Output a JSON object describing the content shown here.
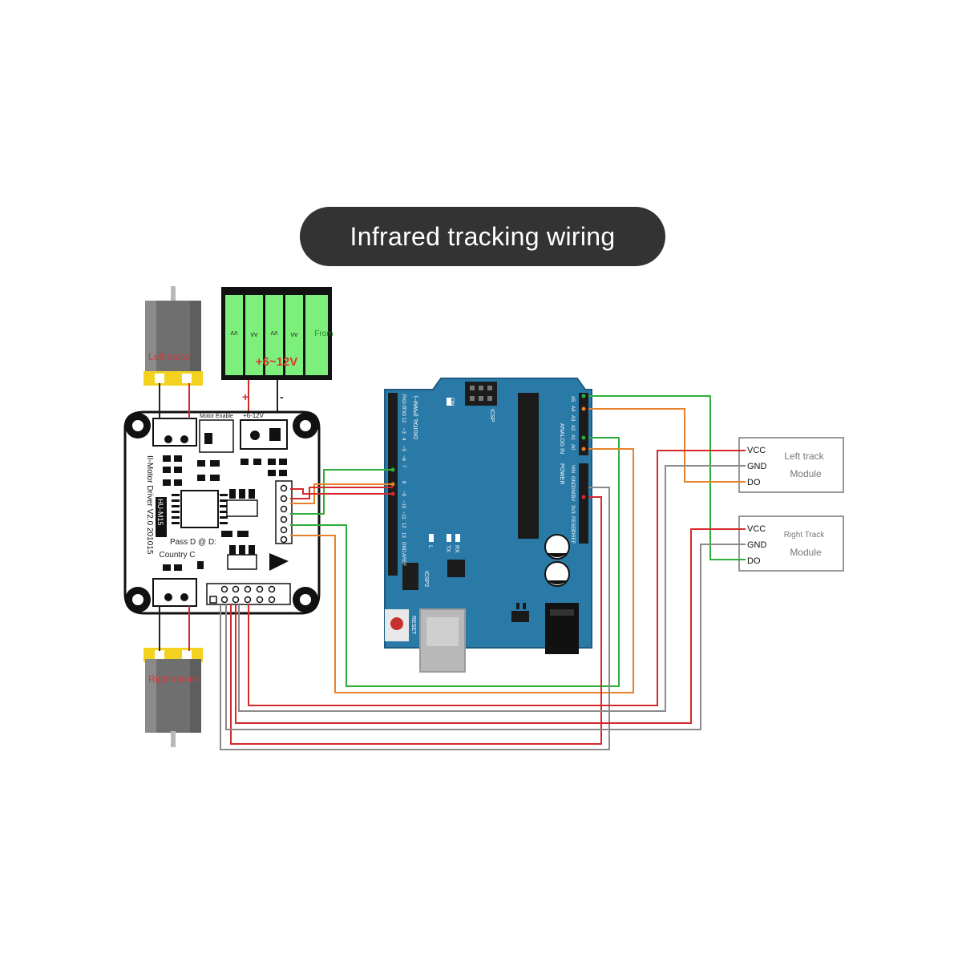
{
  "title": "Infrared tracking wiring",
  "colors": {
    "wire_red": "#d62a2a",
    "wire_green": "#2fae3c",
    "wire_orange": "#e8822a",
    "wire_gray": "#8a8a8a",
    "arduino_blue": "#2a7aa8",
    "battery_green": "#7cf07a",
    "motor_yellow": "#f2d21f",
    "title_bg": "#333333"
  },
  "motors": {
    "left_label": "Left motor",
    "right_label": "Rigth motor"
  },
  "battery": {
    "voltage": "+6~12V",
    "from_label": "From",
    "plus": "+",
    "minus": "-"
  },
  "driver": {
    "name": "II-Motor Driver V2.0 201015",
    "chip": "HU-M15",
    "annot_line1": "Pass D @ D:",
    "annot_line2": "Country C",
    "power_label": "+6-12V",
    "power_switch_label": "Motor Enable"
  },
  "arduino": {
    "digital_label": "DIGITAL (PWM~)",
    "analog_label": "ANALOG IN",
    "power_label": "POWER",
    "icsp_label": "ICSP",
    "icsp2_label": "ICSP2",
    "reset_label": "RESET",
    "on_label": "ON",
    "tx_label": "TX",
    "rx_label": "RX",
    "l_label": "L",
    "aref_label": "AREF",
    "gnd_label": "GND",
    "pins_top": [
      "RX0 0",
      "TX0 1",
      "2",
      "~3",
      "4",
      "~5",
      "~6",
      "7"
    ],
    "pins_mid": [
      "8",
      "~9",
      "~10",
      "~11",
      "12",
      "13",
      "GND",
      "AREF"
    ],
    "analog_pins": [
      "A5",
      "A4",
      "A3",
      "A2",
      "A1",
      "A0"
    ],
    "power_pins": [
      "VIN",
      "GND",
      "GND",
      "5V",
      "3V3",
      "RESET",
      "IOREF"
    ]
  },
  "modules": [
    {
      "title_line1": "Left track",
      "title_line2": "Module",
      "pins": [
        "VCC",
        "GND",
        "DO"
      ]
    },
    {
      "title_line1": "Right Track",
      "title_line2": "Module",
      "pins": [
        "VCC",
        "GND",
        "DO"
      ]
    }
  ]
}
